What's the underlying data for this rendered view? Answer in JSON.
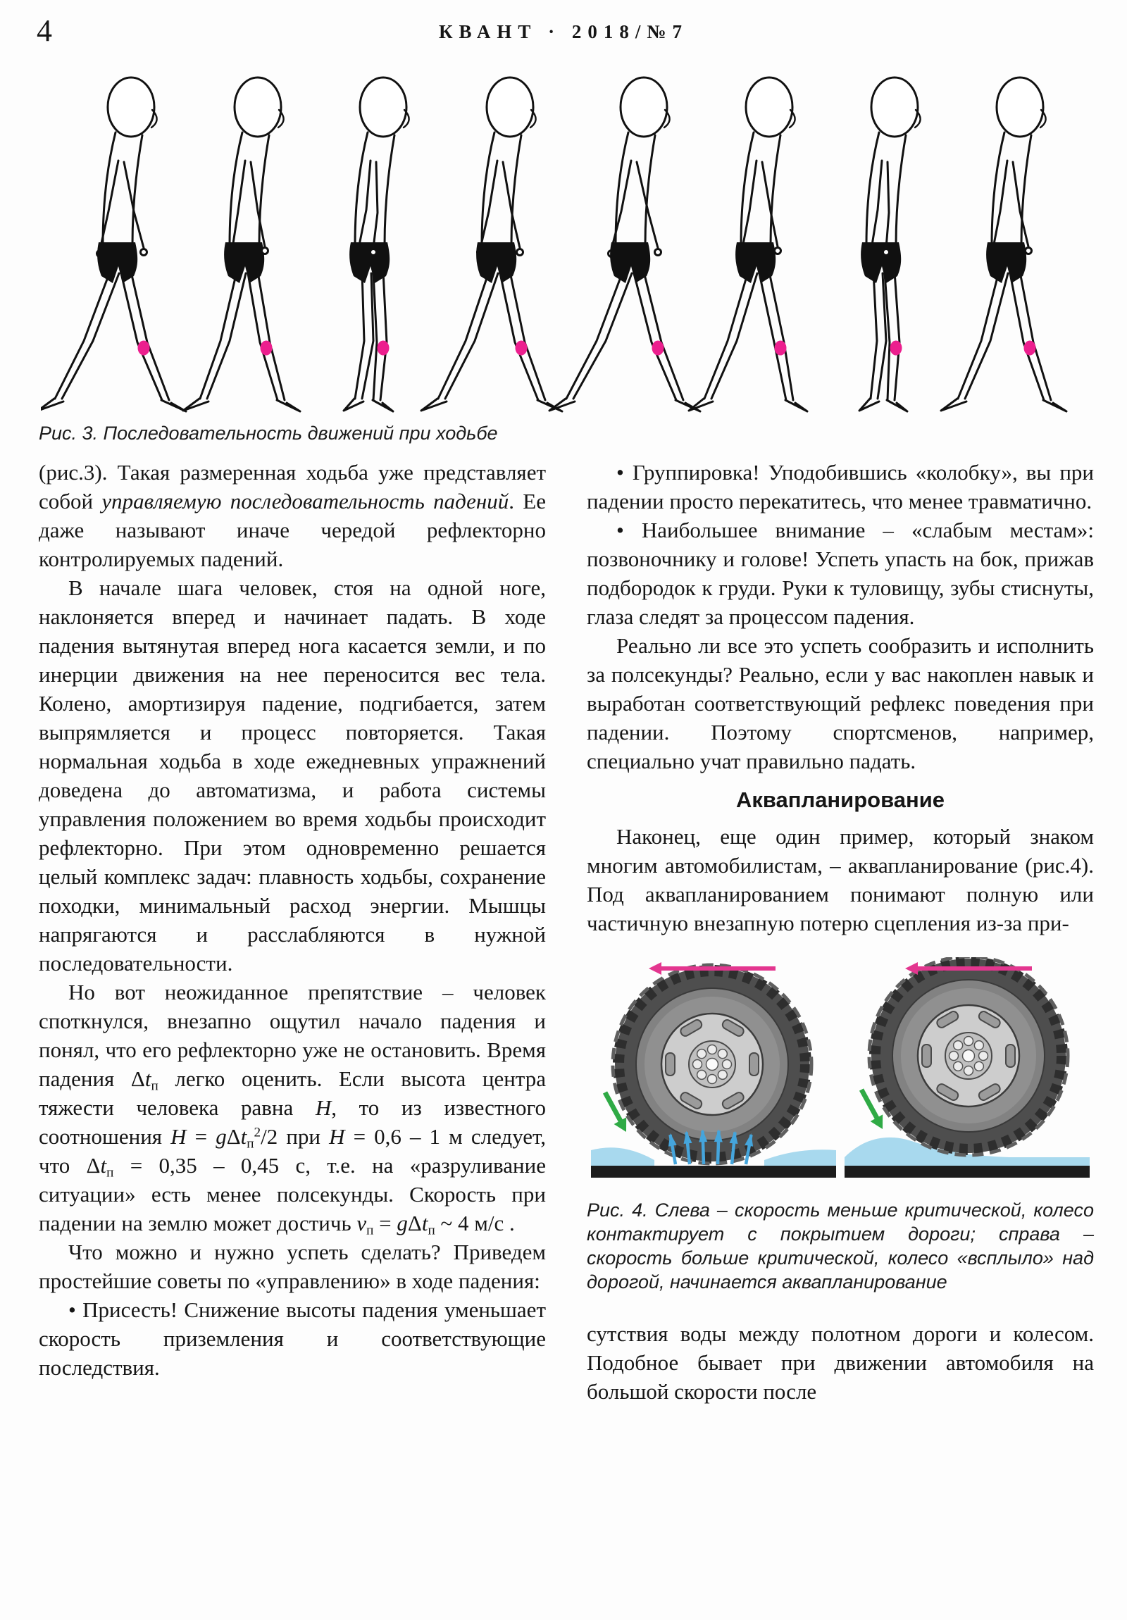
{
  "page": {
    "number": "4",
    "header": "КВАНТ · 2018/№7"
  },
  "figure_walk": {
    "caption": "Рис. 3. Последовательность движений при ходьбе",
    "knee_dot_color": "#ec1f8e",
    "line_color": "#111111"
  },
  "left_column": {
    "paras": [
      {
        "indent": false,
        "runs": [
          "(рис.3). Такая размеренная ходьба уже представляет собой ",
          {
            "i": "управляемую последовательность падений"
          },
          ". Ее даже называют иначе чередой рефлекторно контролируемых падений."
        ]
      },
      {
        "indent": true,
        "runs": [
          "В начале шага человек, стоя на одной ноге, наклоняется вперед и начинает падать. В ходе падения вытянутая вперед нога касается земли, и по инерции движения на нее переносится вес тела. Колено, амортизируя падение, подгибается, затем выпрямляется и процесс повторяется. Такая нормальная ходьба в ходе ежедневных упражнений доведена до автоматизма, и работа системы управления положением во время ходьбы происходит рефлекторно. При этом одновременно решается целый комплекс задач: плавность ходьбы, сохранение походки, минимальный расход энергии. Мышцы напрягаются и расслабляются в нужной последовательности."
        ]
      },
      {
        "indent": true,
        "runs": [
          "Но вот неожиданное препятствие – человек споткнулся, внезапно ощутил начало падения и понял, что его рефлекторно уже не остановить. Время падения Δ",
          {
            "i": "t"
          },
          {
            "sub": "п"
          },
          " легко оценить. Если высота центра тяжести человека равна ",
          {
            "i": "H"
          },
          ", то из известного соотношения ",
          {
            "i": "H"
          },
          " = ",
          {
            "i": "g"
          },
          "Δ",
          {
            "i": "t"
          },
          {
            "sub": "п"
          },
          {
            "sup": "2"
          },
          "/2 при ",
          {
            "i": "H"
          },
          " = 0,6 – 1 м следует, что Δ",
          {
            "i": "t"
          },
          {
            "sub": "п"
          },
          " = 0,35 – 0,45 с, т.е. на «разруливание ситуации» есть менее полсекунды. Скорость при падении на землю может достичь ",
          {
            "i": "v"
          },
          {
            "sub": "п"
          },
          " = ",
          {
            "i": "g"
          },
          "Δ",
          {
            "i": "t"
          },
          {
            "sub": "п"
          },
          " ~ 4 м/с ."
        ]
      },
      {
        "indent": true,
        "runs": [
          "Что можно и нужно успеть сделать? Приведем простейшие советы по «управлению» в ходе падения:"
        ]
      },
      {
        "indent": true,
        "runs": [
          "• Присесть! Снижение высоты падения уменьшает скорость приземления и соответствующие последствия."
        ]
      }
    ]
  },
  "right_column": {
    "heading": "Аквапланирование",
    "before_heading": [
      {
        "indent": true,
        "runs": [
          "• Группировка! Уподобившись «колобку», вы при падении просто перекатитесь, что менее травматично."
        ]
      },
      {
        "indent": true,
        "runs": [
          "• Наибольшее внимание – «слабым местам»: позвоночнику и голове! Успеть упасть на бок, прижав подбородок к груди. Руки к туловищу, зубы стиснуты, глаза следят за процессом падения."
        ]
      },
      {
        "indent": true,
        "runs": [
          "Реально ли все это успеть сообразить и исполнить за полсекунды? Реально, если у вас накоплен навык и выработан соответствующий рефлекс поведения при падении. Поэтому спортсменов, например, специально учат правильно падать."
        ]
      }
    ],
    "after_heading": [
      {
        "indent": true,
        "runs": [
          "Наконец, еще один пример, который знаком многим автомобилистам, – аквапланирование (рис.4). Под аквапланированием понимают полную или частичную внезапную потерю сцепления из-за при-"
        ]
      }
    ],
    "after_figure": [
      {
        "indent": false,
        "runs": [
          "сутствия воды между полотном дороги и колесом. Подобное бывает при движении автомобиля на большой скорости после"
        ]
      }
    ]
  },
  "figure_tires": {
    "caption": "Рис. 4. Слева – скорость меньше критической, колесо контактирует с покрытием дороги; справа – скорость больше критической, колесо «всплыло» над дорогой, начинается аквапланирование",
    "water_color": "#a8d9ee",
    "spray_color": "#45a5dc",
    "speed_arrow_color": "#e3368f",
    "load_arrow_color": "#2faa45",
    "road_color": "#1c1c1c"
  }
}
